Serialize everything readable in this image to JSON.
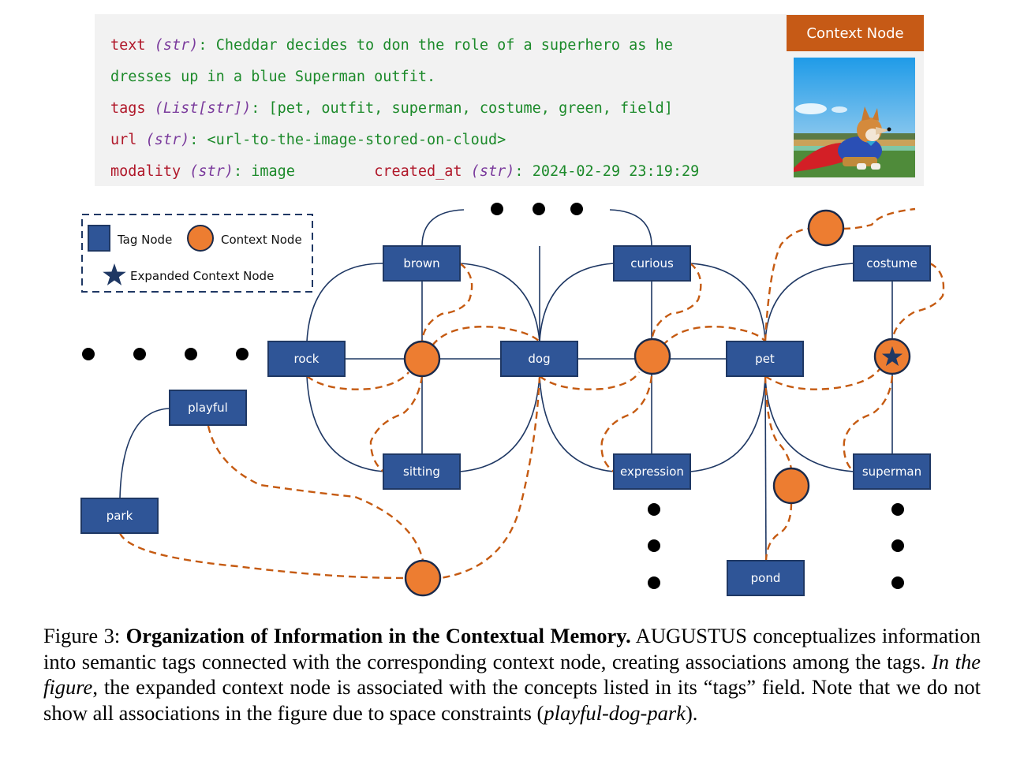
{
  "record": {
    "text_key": "text",
    "text_type": "(str)",
    "text_value_line1": "Cheddar decides to don the role of a superhero as he",
    "text_value_line2": "dresses up in a blue Superman outfit.",
    "tags_key": "tags",
    "tags_type": "(List[str])",
    "tags_value": "[pet, outfit, superman, costume, green, field]",
    "url_key": "url",
    "url_type": "(str)",
    "url_value": "<url-to-the-image-stored-on-cloud>",
    "modality_key": "modality",
    "modality_type": "(str)",
    "modality_value": "image",
    "created_key": "created_at",
    "created_type": "(str)",
    "created_value": "2024-02-29 23:19:29",
    "separator": ": "
  },
  "context_card": {
    "header": "Context Node",
    "image_alt": "corgi dog wearing a superman costume sitting on a green field"
  },
  "legend": {
    "tag_node": "Tag Node",
    "context_node": "Context Node",
    "expanded_context_node": "Expanded Context Node"
  },
  "tag_nodes": {
    "brown": "brown",
    "curious": "curious",
    "costume": "costume",
    "rock": "rock",
    "dog": "dog",
    "pet": "pet",
    "playful": "playful",
    "sitting": "sitting",
    "expression": "expression",
    "superman": "superman",
    "park": "park",
    "pond": "pond"
  },
  "colors": {
    "tag_fill": "#2f5597",
    "tag_stroke": "#1f3864",
    "context_fill": "#ed7d31",
    "context_stroke": "#1b2a4a",
    "edge": "#1f3864",
    "dashed_edge": "#c55a11",
    "code_bg": "#f2f2f2",
    "header_bg": "#c65a16"
  },
  "caption": {
    "figure_label": "Figure 3: ",
    "title": "Organization of Information in the Contextual Memory.",
    "part1": " AUGUSTUS conceptualizes information into semantic tags connected with the corresponding context node, creating associations among the tags. ",
    "italic1": "In the figure",
    "part2": ", the expanded context node is associated with the concepts listed in its “tags” field.  Note that we do not show all associations in the figure due to space constraints (",
    "italic2": "playful-dog-park",
    "part3": ")."
  }
}
